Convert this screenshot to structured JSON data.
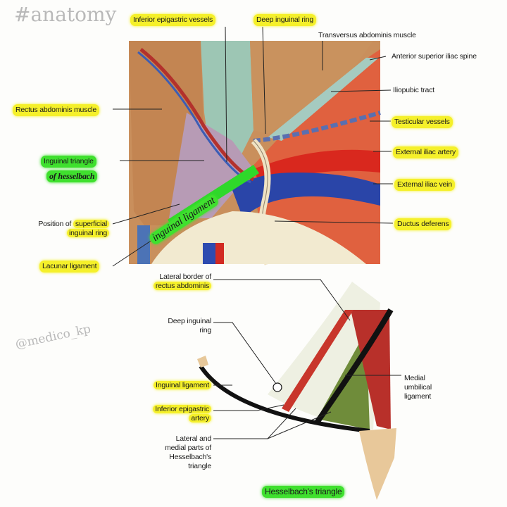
{
  "watermarks": {
    "hashtag": "#anatomy",
    "handle": "@medico_kp"
  },
  "top_figure": {
    "labels": {
      "inferior_epigastric_vessels": "Inferior epigastric vessels",
      "deep_inguinal_ring": "Deep inguinal ring",
      "transversus_abdominis": "Transversus abdominis muscle",
      "asis": "Anterior superior iliac spine",
      "iliopubic_tract": "Iliopubic tract",
      "rectus_abdominis": "Rectus abdominis muscle",
      "testicular_vessels": "Testicular vessels",
      "external_iliac_artery": "External iliac artery",
      "external_iliac_vein": "External iliac vein",
      "ductus_deferens": "Ductus deferens",
      "inguinal_triangle": "Inguinal triangle",
      "of_hesselbach": "of hesselbach",
      "position_of": "Position of",
      "superficial": "superficial",
      "inguinal_ring": "inguinal ring",
      "lacunar_ligament": "Lacunar ligament",
      "inguinal_ligament_handwritten": "inguinal ligament"
    }
  },
  "bottom_figure": {
    "labels": {
      "lateral_border_of": "Lateral border of",
      "rectus_abdominis": "rectus abdominis",
      "deep_inguinal": "Deep inguinal",
      "ring": "ring",
      "inguinal_ligament": "Inguinal ligament",
      "inferior_epigastric": "Inferior epigastric",
      "artery": "artery",
      "lateral_and": "Lateral and",
      "medial_parts_of": "medial parts of",
      "hesselbachs": "Hesselbach's",
      "triangle": "triangle",
      "medial": "Medial",
      "umbilical": "umbilical",
      "ligament": "ligament",
      "hesselbachs_triangle": "Hesselbach's triangle"
    }
  },
  "colors": {
    "yellow_highlight": "#f5f02a",
    "green_highlight": "#3fe02e"
  }
}
